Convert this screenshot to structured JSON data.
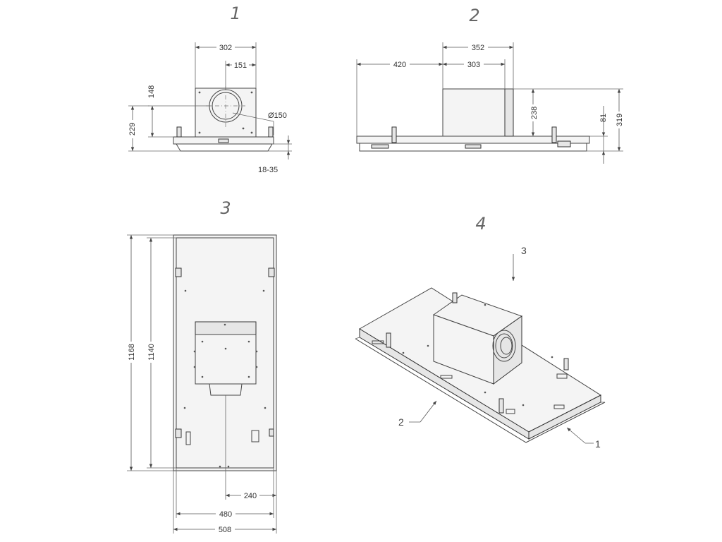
{
  "views": {
    "v1": "1",
    "v2": "2",
    "v3": "3",
    "v4": "4"
  },
  "dims_v1": {
    "width_302": "302",
    "offset_151": "151",
    "height_148": "148",
    "height_229": "229",
    "diameter": "Ø150",
    "range": "18-35"
  },
  "dims_v2": {
    "d420": "420",
    "d352": "352",
    "d303": "303",
    "d238": "238",
    "d81": "81",
    "d319": "319"
  },
  "dims_v3": {
    "d1168": "1168",
    "d1140": "1140",
    "d240": "240",
    "d480": "480",
    "d508": "508"
  },
  "callouts_v4": {
    "c1": "1",
    "c2": "2",
    "c3": "3"
  }
}
